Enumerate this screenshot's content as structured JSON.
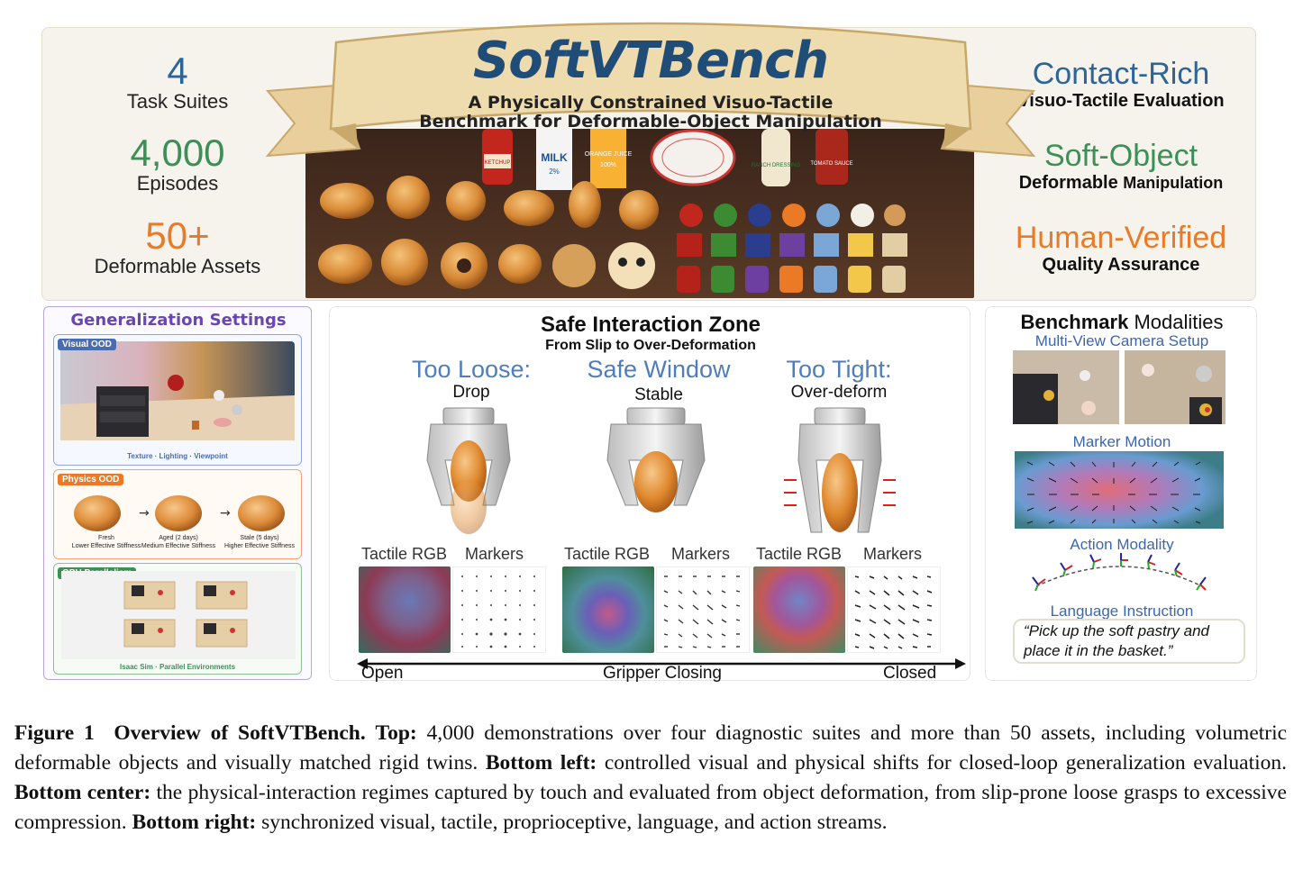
{
  "stats": [
    {
      "value": "4",
      "label": "Task Suites",
      "color": "#2f6596"
    },
    {
      "value": "4,000",
      "label": "Episodes",
      "color": "#3c8f57"
    },
    {
      "value": "50+",
      "label": "Deformable Assets",
      "color": "#ea7a25"
    }
  ],
  "banner": {
    "title": "SoftVTBench",
    "subtitle_line1": "A Physically Constrained Visuo-Tactile",
    "subtitle_line2": "Benchmark for Deformable-Object Manipulation"
  },
  "product_labels": {
    "ketchup": "KETCHUP",
    "milk": "MILK",
    "milk_pct": "2%",
    "oj": "ORANGE JUICE",
    "oj_pct": "100%",
    "ranch": "RANCH DRESSING",
    "tomato": "TOMATO SAUCE"
  },
  "features": [
    {
      "head": "Contact-Rich",
      "sub": "Visuo-Tactile Evaluation",
      "color": "#2f6596"
    },
    {
      "head": "Soft-Object",
      "sub_bold": "Deformable",
      "sub_rest": "Manipulation",
      "color": "#3c8f57"
    },
    {
      "head": "Human-Verified",
      "sub": "Quality Assurance",
      "color": "#ea7a25"
    }
  ],
  "generalization": {
    "title": "Generalization Settings",
    "visual": {
      "tag": "Visual OOD",
      "caption": "Texture · Lighting · Viewpoint"
    },
    "physics": {
      "tag": "Physics OOD",
      "stages": [
        {
          "name": "Fresh",
          "desc": "Lower Effective Stiffness"
        },
        {
          "name": "Aged (2 days)",
          "desc": "Medium Effective Stiffness"
        },
        {
          "name": "Stale (5 days)",
          "desc": "Higher Effective Stiffness"
        }
      ]
    },
    "gpu": {
      "tag": "GPU Parallelism",
      "caption": "Isaac Sim · Parallel Environments"
    }
  },
  "zone": {
    "title": "Safe Interaction Zone",
    "subtitle": "From Slip to Over-Deformation",
    "regimes": [
      {
        "head": "Too Loose:",
        "state": "Drop"
      },
      {
        "head": "Safe Window",
        "state": "Stable"
      },
      {
        "head": "Too Tight:",
        "state": "Over-deform"
      }
    ],
    "tactile_label": "Tactile RGB",
    "markers_label": "Markers",
    "axis": {
      "left": "Open",
      "center": "Gripper Closing",
      "right": "Closed"
    }
  },
  "modalities": {
    "title_bold": "Benchmark",
    "title_rest": "Modalities",
    "camera": "Multi-View Camera Setup",
    "marker": "Marker Motion",
    "action": "Action Modality",
    "language": "Language Instruction",
    "instruction": "“Pick up the soft pastry and place it in the basket.”"
  },
  "caption": {
    "label": "Figure 1",
    "title": "Overview of SoftVTBench.",
    "top_label": "Top:",
    "top_text": "4,000 demonstrations over four diagnostic suites and more than 50 assets, including volumetric deformable objects and visually matched rigid twins.",
    "left_label": "Bottom left:",
    "left_text": "controlled visual and physical shifts for closed-loop generalization evaluation.",
    "center_label": "Bottom center:",
    "center_text": "the physical-interaction regimes captured by touch and evaluated from object deformation, from slip-prone loose grasps to excessive compression.",
    "right_label": "Bottom right:",
    "right_text": "synchronized visual, tactile, proprioceptive, language, and action streams."
  }
}
